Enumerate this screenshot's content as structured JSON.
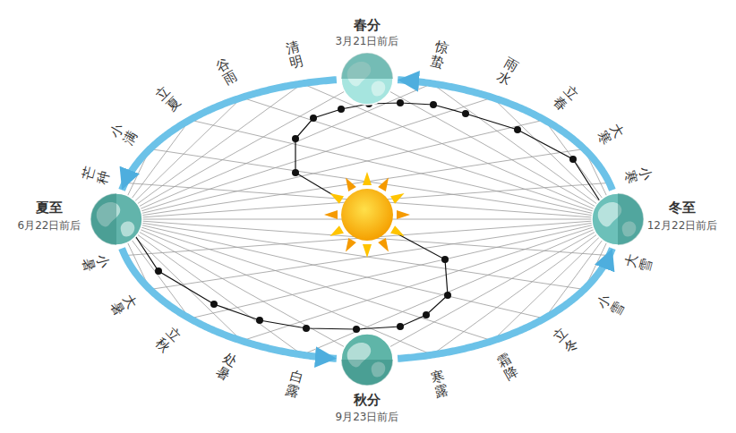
{
  "diagram": {
    "nodes": [
      {
        "text": [
          "春分",
          "3月21日前后"
        ]
      },
      {
        "text": [
          "夏至",
          "6月22日前后"
        ]
      },
      {
        "text": [
          "冬至",
          "12月22日前后"
        ]
      },
      {
        "text": [
          "秋分",
          "9月23日前后"
        ]
      }
    ],
    "edges": [
      {
        "from": 2,
        "to": 0,
        "arrow": "to"
      },
      {
        "from": 0,
        "to": 1,
        "arrow": "to"
      },
      {
        "from": 1,
        "to": 3,
        "arrow": "to"
      },
      {
        "from": 3,
        "to": 2,
        "arrow": "to"
      }
    ],
    "labels": [
      "清明",
      "谷雨",
      "立夏",
      "小满",
      "芒种",
      "小暑",
      "大暑",
      "立秋",
      "处暑",
      "白露",
      "寒露",
      "霜降",
      "立冬",
      "小雪",
      "大雪",
      "小寒",
      "大寒",
      "立春",
      "雨水",
      "惊蛰"
    ]
  }
}
